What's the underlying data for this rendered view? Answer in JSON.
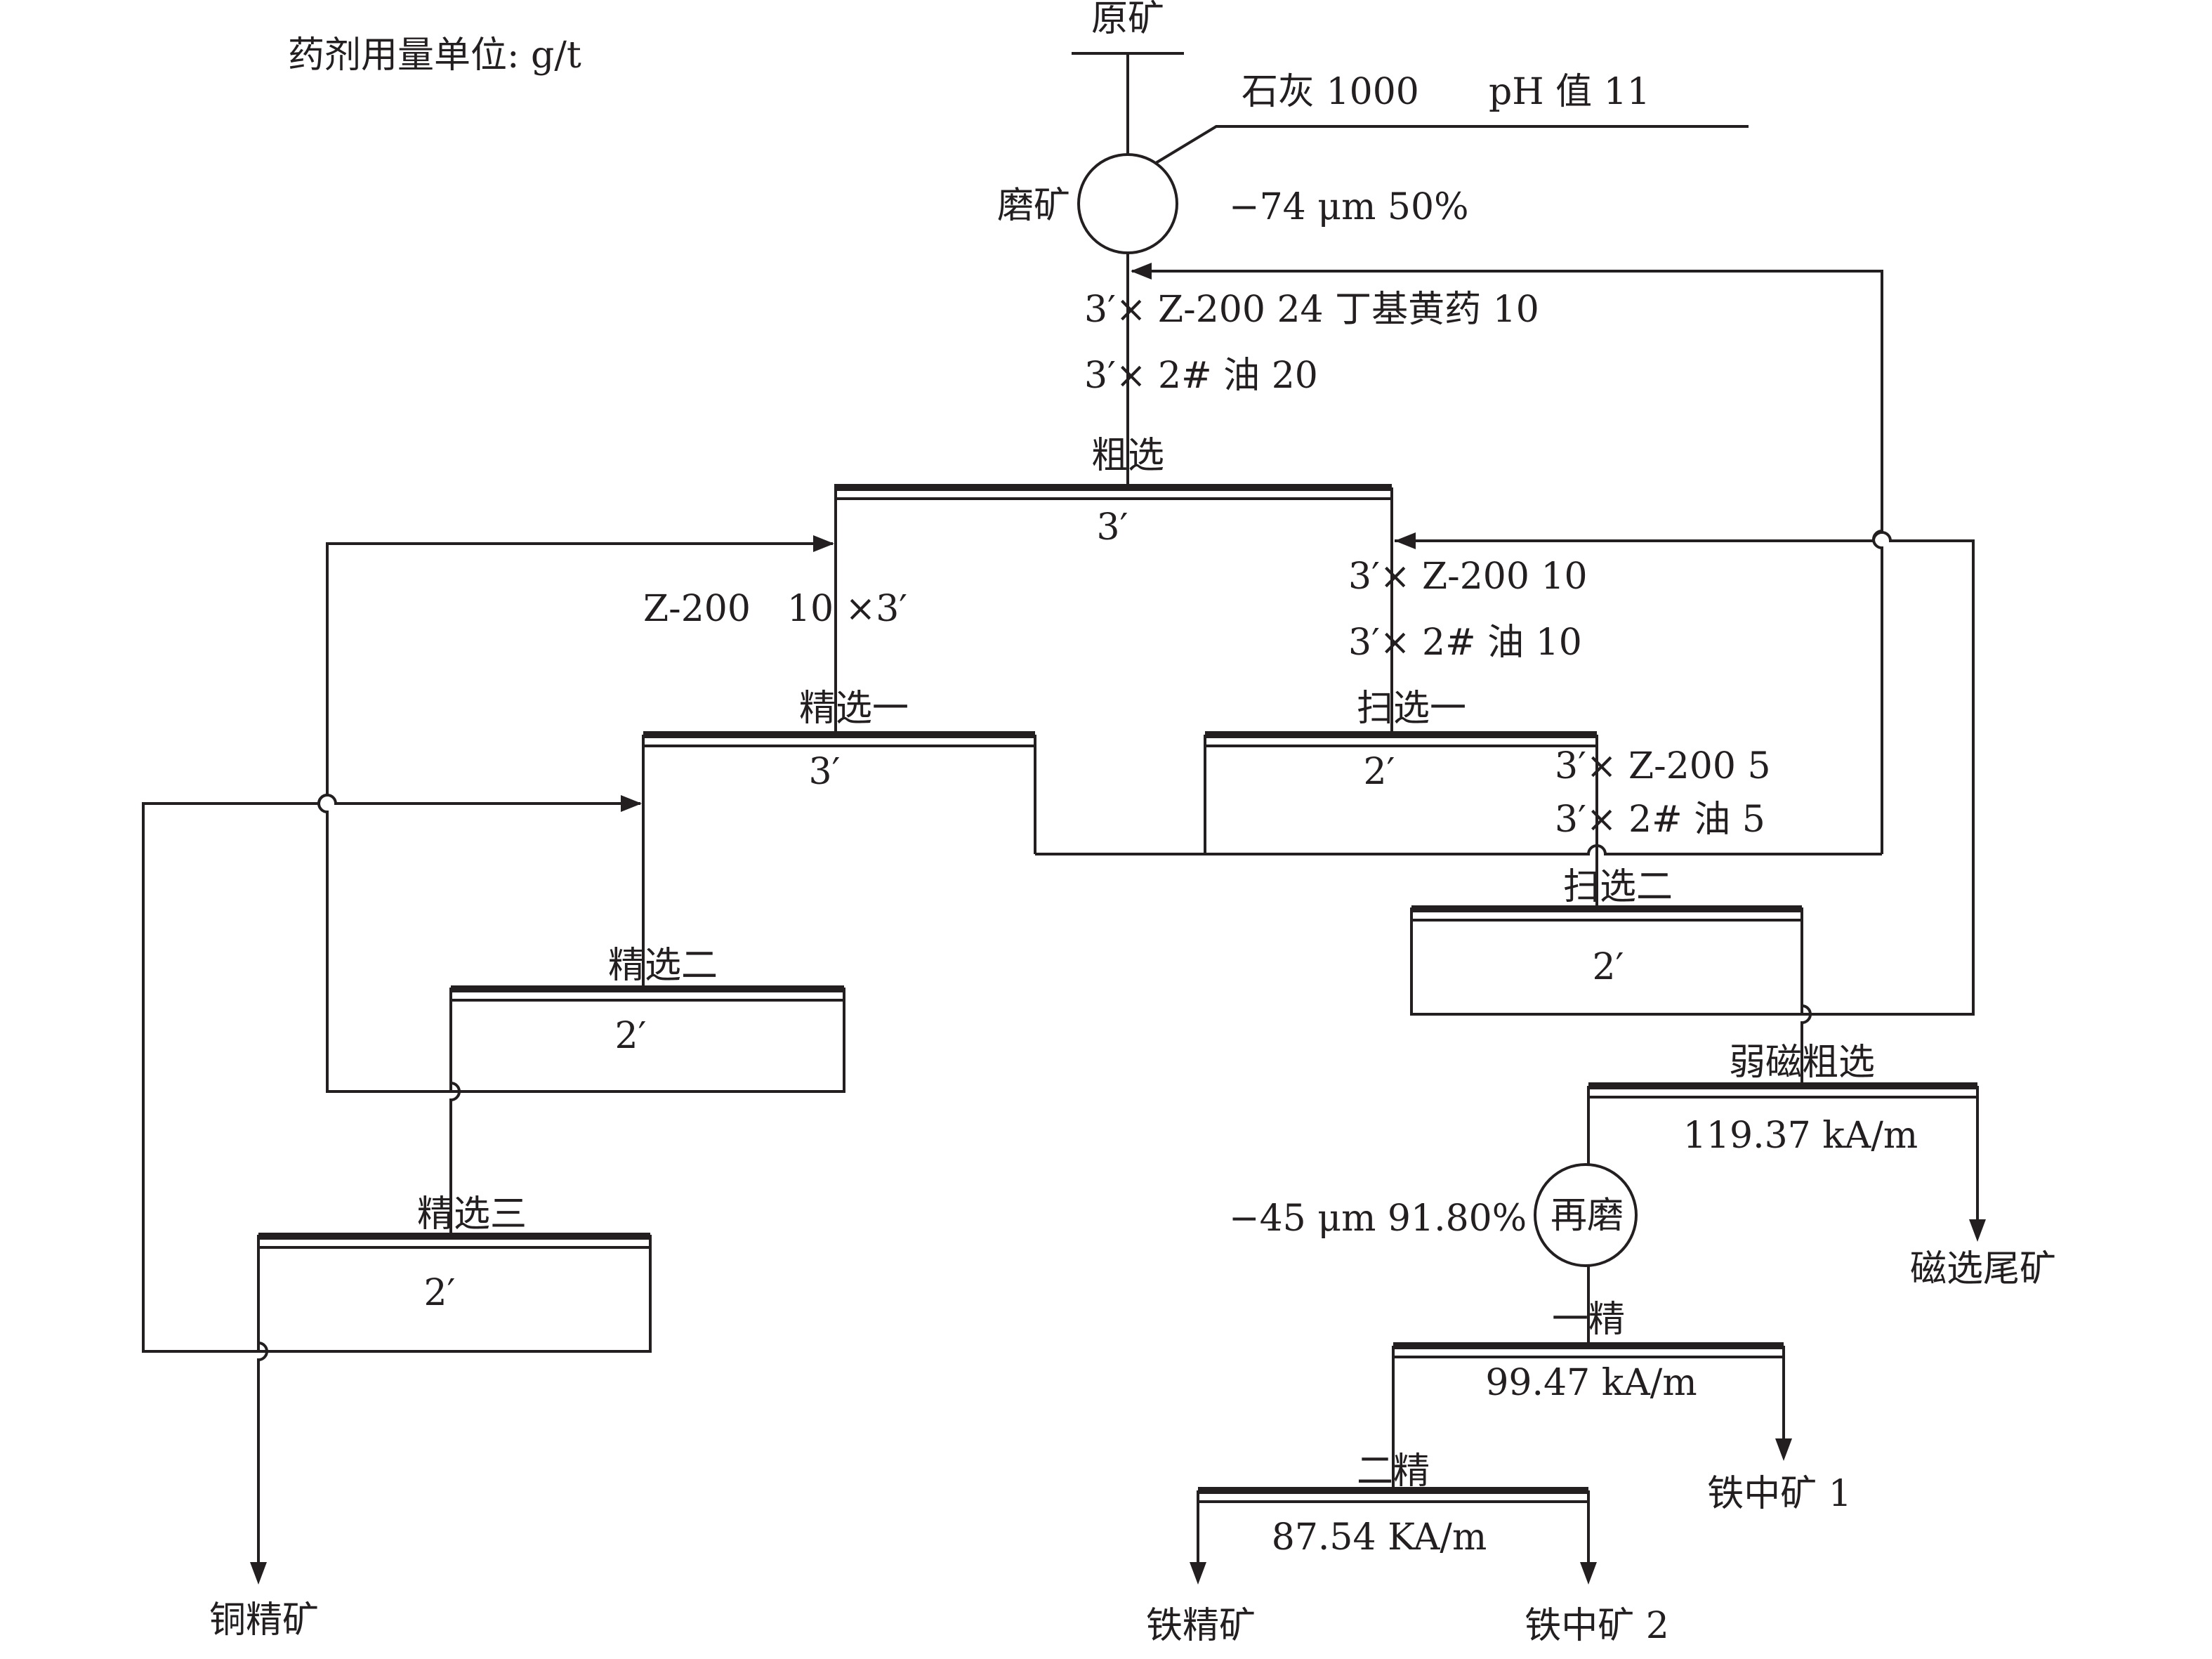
{
  "note": "药剂用量单位: g/t",
  "feed": "原矿",
  "grinding": {
    "label": "磨矿",
    "reagent_lime": "石灰 1000",
    "reagent_ph": "pH 值 11",
    "fineness": "−74 μm 50%"
  },
  "rougher": {
    "reagent_1": "3′× Z-200 24 丁基黄药 10",
    "reagent_2": "3′× 2# 油 20",
    "label": "粗选",
    "time": "3′"
  },
  "cleaner1": {
    "reagent": "Z-200　10 ×3′",
    "label": "精选一",
    "time": "3′"
  },
  "scavenger1": {
    "reagent_1": "3′× Z-200 10",
    "reagent_2": "3′× 2# 油 10",
    "label": "扫选一",
    "time": "2′"
  },
  "scavenger2": {
    "reagent_1": "3′× Z-200 5",
    "reagent_2": "3′× 2# 油 5",
    "label": "扫选二",
    "time": "2′"
  },
  "cleaner2": {
    "label": "精选二",
    "time": "2′"
  },
  "cleaner3": {
    "label": "精选三",
    "time": "2′"
  },
  "copper_concentrate": "铜精矿",
  "mag_rougher": {
    "label": "弱磁粗选",
    "field": "119.37 kA/m"
  },
  "mag_tailings": "磁选尾矿",
  "regrind": {
    "label": "再磨",
    "fineness": "−45 μm 91.80%"
  },
  "mag_clean1": {
    "label": "一精",
    "field": "99.47 kA/m"
  },
  "iron_middling1": "铁中矿 1",
  "mag_clean2": {
    "label": "二精",
    "field": "87.54 KA/m"
  },
  "iron_concentrate": "铁精矿",
  "iron_middling2": "铁中矿 2",
  "colors": {
    "line": "#231f20",
    "background": "#ffffff"
  }
}
